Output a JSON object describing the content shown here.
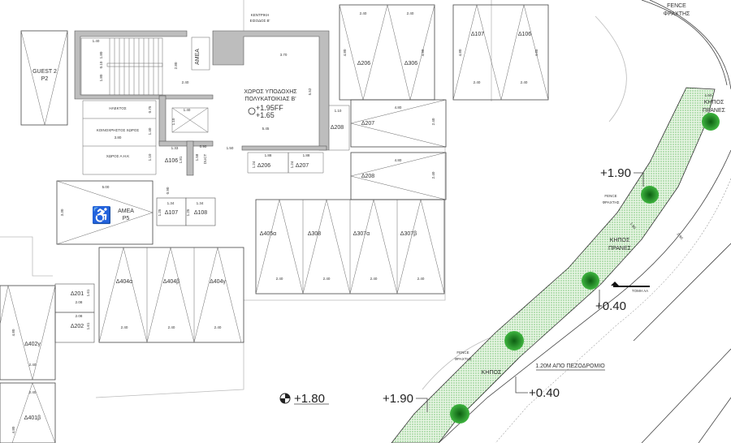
{
  "colors": {
    "garden": "#3aa93a",
    "tree": "#1f8a1f",
    "wall": "#bdbdbd",
    "line": "#444444"
  },
  "entrance": {
    "line1": "ΚΕΝΤΡΙΚΗ",
    "line2": "ΕΙΣΟΔΟΣ Β'"
  },
  "guest": {
    "line1": "GUEST 2",
    "line2": "P2"
  },
  "lobby": {
    "line1": "ΧΩΡΟΣ ΥΠΟΔΟΧΗΣ",
    "line2": "ΠΟΛΥΚΑΤΟΙΚΙΑΣ Β'",
    "level1": "+1.95FF",
    "level2": "+1.65",
    "dim_w": "3.70",
    "dim_h": "5.52",
    "dim_b": "5.45"
  },
  "core": {
    "amea": "ΑΜΕΑ",
    "stair_w": "1.40",
    "stair_a": "1.80",
    "stair_b": "0.10",
    "stair_c": "1.80",
    "stair_h": "2.80",
    "stair_l": "2.40",
    "elev_w": "1.40",
    "elev_h": "1.10",
    "room1": "ΗΛΕΚΤΟΣ",
    "room1_dim": "0.75",
    "room2": "ΚΟΙΝΟΧΡΗΣΤΟΣ ΧΩΡΟΣ",
    "room2_w": "3.80",
    "room2_dim": "1.40",
    "room3": "ΧΩΡΟΣ Α.Η.Κ",
    "room3_dim": "1.10",
    "d106": "Δ106",
    "d106_w": "1.33",
    "d106_h": "1.81",
    "duct": "DUCT",
    "duct_w": "0.90",
    "duct_h": "1.58",
    "corr": "1.50",
    "d206": "Δ206",
    "d207": "Δ207",
    "store_w": "1.88",
    "store_h": "1.24",
    "d208": "Δ208",
    "d208_w": "1.10"
  },
  "amea_parking": {
    "line1": "ΑΜΕΑ",
    "line2": "P5",
    "w": "5.00",
    "h": "3.30"
  },
  "stores_small": {
    "a": "Δ107",
    "b": "Δ108",
    "w": "1.34",
    "h": "1.25",
    "door": "0.90"
  },
  "stores_left": {
    "a": "Δ201",
    "b": "Δ202",
    "w": "2.08",
    "h": "1.61"
  },
  "parking_top": [
    {
      "label": "Δ206",
      "w": "2.40",
      "h": "4.80"
    },
    {
      "label": "Δ306",
      "w": "2.40",
      "h": "4.80"
    },
    {
      "label": "Δ107",
      "w": "2.40",
      "h": "4.80"
    },
    {
      "label": "Δ106",
      "w": "2.40",
      "h": "4.80"
    }
  ],
  "parking_horiz": [
    {
      "label": "Δ207",
      "w": "4.80",
      "h": "2.40"
    },
    {
      "label": "Δ208",
      "w": "4.80",
      "h": "2.40"
    }
  ],
  "parking_mid": [
    {
      "label": "Δ405α",
      "w": "2.40"
    },
    {
      "label": "Δ308",
      "w": "2.40"
    },
    {
      "label": "Δ307α",
      "w": "2.40"
    },
    {
      "label": "Δ307β",
      "w": "2.40"
    }
  ],
  "parking_low": [
    {
      "label": "Δ404α",
      "w": "2.40"
    },
    {
      "label": "Δ404β",
      "w": "2.40"
    },
    {
      "label": "Δ404γ",
      "w": "2.40"
    }
  ],
  "parking_left": [
    {
      "label": "Δ402γ",
      "w": "2.40",
      "h": "4.80"
    },
    {
      "label": "Δ401β",
      "w": "2.40",
      "h": "4.80"
    }
  ],
  "levels": {
    "yard": "+1.80",
    "garden_top": "+1.90",
    "garden_bottom": "+1.90",
    "street_top": "+0.40",
    "street_bottom": "+0.40"
  },
  "garden": {
    "fence1": "FENCE",
    "fence1b": "ΦΡΑΧΤΗΣ",
    "fence2": "FENCE",
    "fence2b": "ΦΡΑΧΤΗΣ",
    "fence3": "FENCE",
    "fence3b": "ΦΡΑΧΤΗΣ",
    "slope1": "ΚΗΠΟΣ",
    "slope1b": "ΠΡΑΝΕΣ",
    "slope2": "ΚΗΠΟΣ",
    "slope2b": "ΠΡΑΝΕΣ",
    "garden": "ΚΗΠΟΣ",
    "w1": "1.50",
    "w2": "1.90",
    "road": "2.90",
    "section": "ΤΟΜΗ ΑΑ",
    "sidewalk": "1.20Μ ΑΠΟ ΠΕΖΟΔΡΟΜΙΟ"
  }
}
